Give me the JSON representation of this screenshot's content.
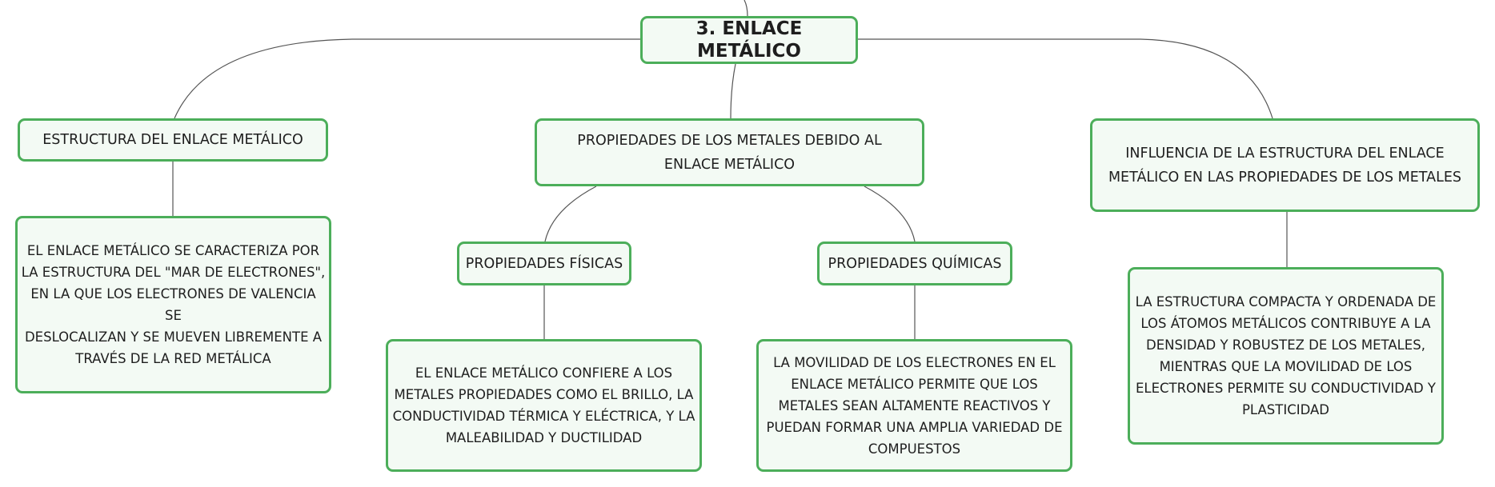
{
  "diagram": {
    "root": {
      "label": "3. ENLACE METÁLICO"
    },
    "branches": {
      "structure": {
        "label": "ESTRUCTURA DEL ENLACE METÁLICO",
        "detail": "EL ENLACE METÁLICO SE CARACTERIZA POR\nLA ESTRUCTURA DEL \"MAR DE ELECTRONES\",\nEN LA QUE LOS ELECTRONES DE VALENCIA SE\nDESLOCALIZAN Y SE MUEVEN LIBREMENTE A\nTRAVÉS DE LA RED METÁLICA"
      },
      "properties": {
        "label": "PROPIEDADES DE LOS METALES DEBIDO AL\nENLACE METÁLICO",
        "physical": {
          "label": "PROPIEDADES FÍSICAS",
          "detail": "EL ENLACE METÁLICO CONFIERE A LOS\nMETALES PROPIEDADES COMO EL BRILLO, LA\nCONDUCTIVIDAD TÉRMICA Y ELÉCTRICA, Y LA\nMALEABILIDAD Y DUCTILIDAD"
        },
        "chemical": {
          "label": "PROPIEDADES QUÍMICAS",
          "detail": "LA MOVILIDAD DE LOS ELECTRONES EN EL\nENLACE METÁLICO PERMITE QUE LOS\nMETALES SEAN ALTAMENTE REACTIVOS Y\nPUEDAN FORMAR UNA AMPLIA VARIEDAD DE\nCOMPUESTOS"
        }
      },
      "influence": {
        "label": "INFLUENCIA DE LA ESTRUCTURA DEL ENLACE\nMETÁLICO EN LAS PROPIEDADES DE LOS METALES",
        "detail": "LA ESTRUCTURA COMPACTA Y ORDENADA DE\nLOS ÁTOMOS METÁLICOS CONTRIBUYE A LA\nDENSIDAD Y ROBUSTEZ DE LOS METALES,\nMIENTRAS QUE LA MOVILIDAD DE LOS\nELECTRONES PERMITE SU CONDUCTIVIDAD Y\nPLASTICIDAD"
      }
    },
    "colors": {
      "node_border": "#4cae5a",
      "node_fill": "#f3faf4",
      "connector": "#555555",
      "text": "#1e1e1e"
    }
  }
}
